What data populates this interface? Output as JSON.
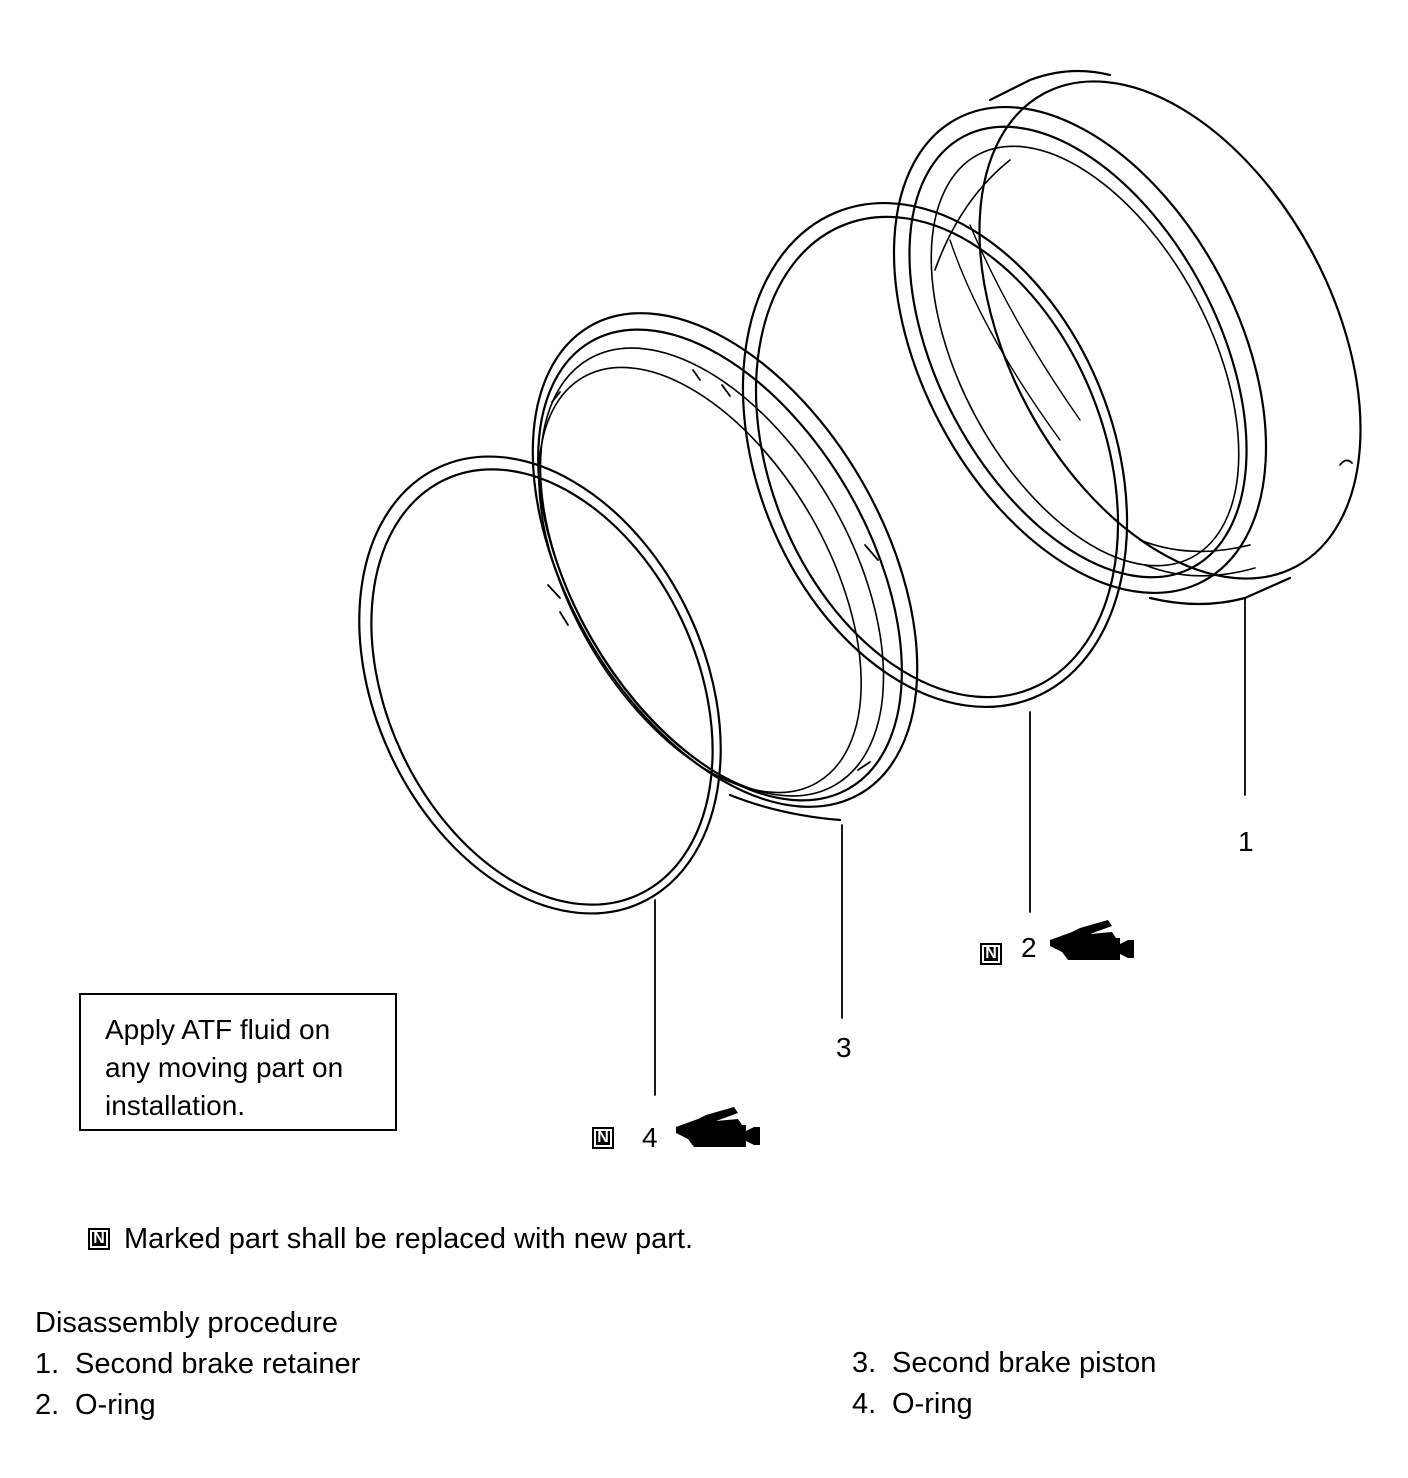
{
  "callouts": {
    "c1": "1",
    "c2": "2",
    "c3": "3",
    "c4": "4"
  },
  "new_part_marker": "N",
  "note_box": {
    "lines": [
      "Apply ATF fluid on",
      "any moving part on",
      "installation."
    ]
  },
  "legend": {
    "marker": "N",
    "text": "Marked part shall be replaced with new part."
  },
  "procedure": {
    "title": "Disassembly procedure",
    "items": [
      {
        "num": "1.",
        "label": "Second brake retainer"
      },
      {
        "num": "2.",
        "label": "O-ring"
      },
      {
        "num": "3.",
        "label": "Second brake piston"
      },
      {
        "num": "4.",
        "label": "O-ring"
      }
    ]
  },
  "icons": {
    "fluid": "oil-can-icon",
    "new_part": "new-part-marker-icon"
  },
  "colors": {
    "ink": "#000000",
    "paper": "#ffffff"
  }
}
